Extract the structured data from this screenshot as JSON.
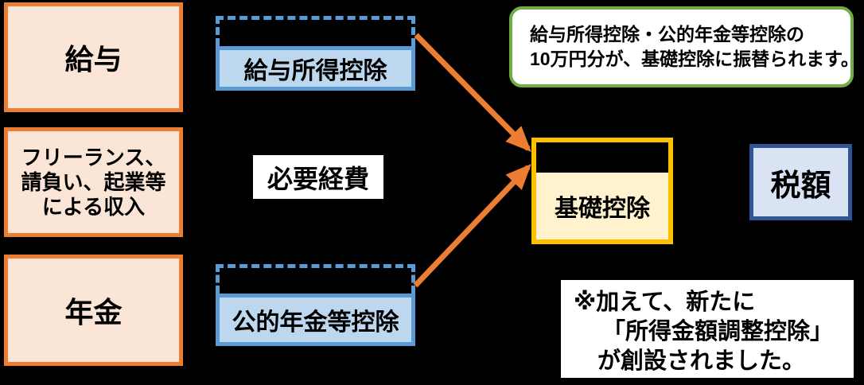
{
  "background": "#000000",
  "colors": {
    "income_border": "#ED7D31",
    "income_fill": "#FBE5D6",
    "deduction_border": "#5B9BD5",
    "deduction_fill": "#BDD7EE",
    "basic_border": "#FFC000",
    "basic_fill": "#FFF2CC",
    "tax_border": "#2F5597",
    "tax_fill": "#DAE3F3",
    "callout_border": "#70AD47",
    "arrow": "#ED7D31"
  },
  "boxes": {
    "salary": {
      "label": "給与"
    },
    "freelance": {
      "lines": [
        "フリーランス、",
        "請負い、起業等",
        "による収入"
      ]
    },
    "pension": {
      "label": "年金"
    },
    "salary_deduction": {
      "label": "給与所得控除"
    },
    "expenses": {
      "label": "必要経費"
    },
    "pension_deduction": {
      "label": "公的年金等控除"
    },
    "basic_deduction": {
      "label": "基礎控除"
    },
    "tax": {
      "label": "税額"
    }
  },
  "callout": {
    "lines": [
      "給与所得控除・公的年金等控除の",
      "10万円分が、基礎控除に振替られます。"
    ]
  },
  "note": {
    "lines": [
      "※加えて、新たに",
      "「所得金額調整控除」",
      "が創設されました。"
    ]
  }
}
